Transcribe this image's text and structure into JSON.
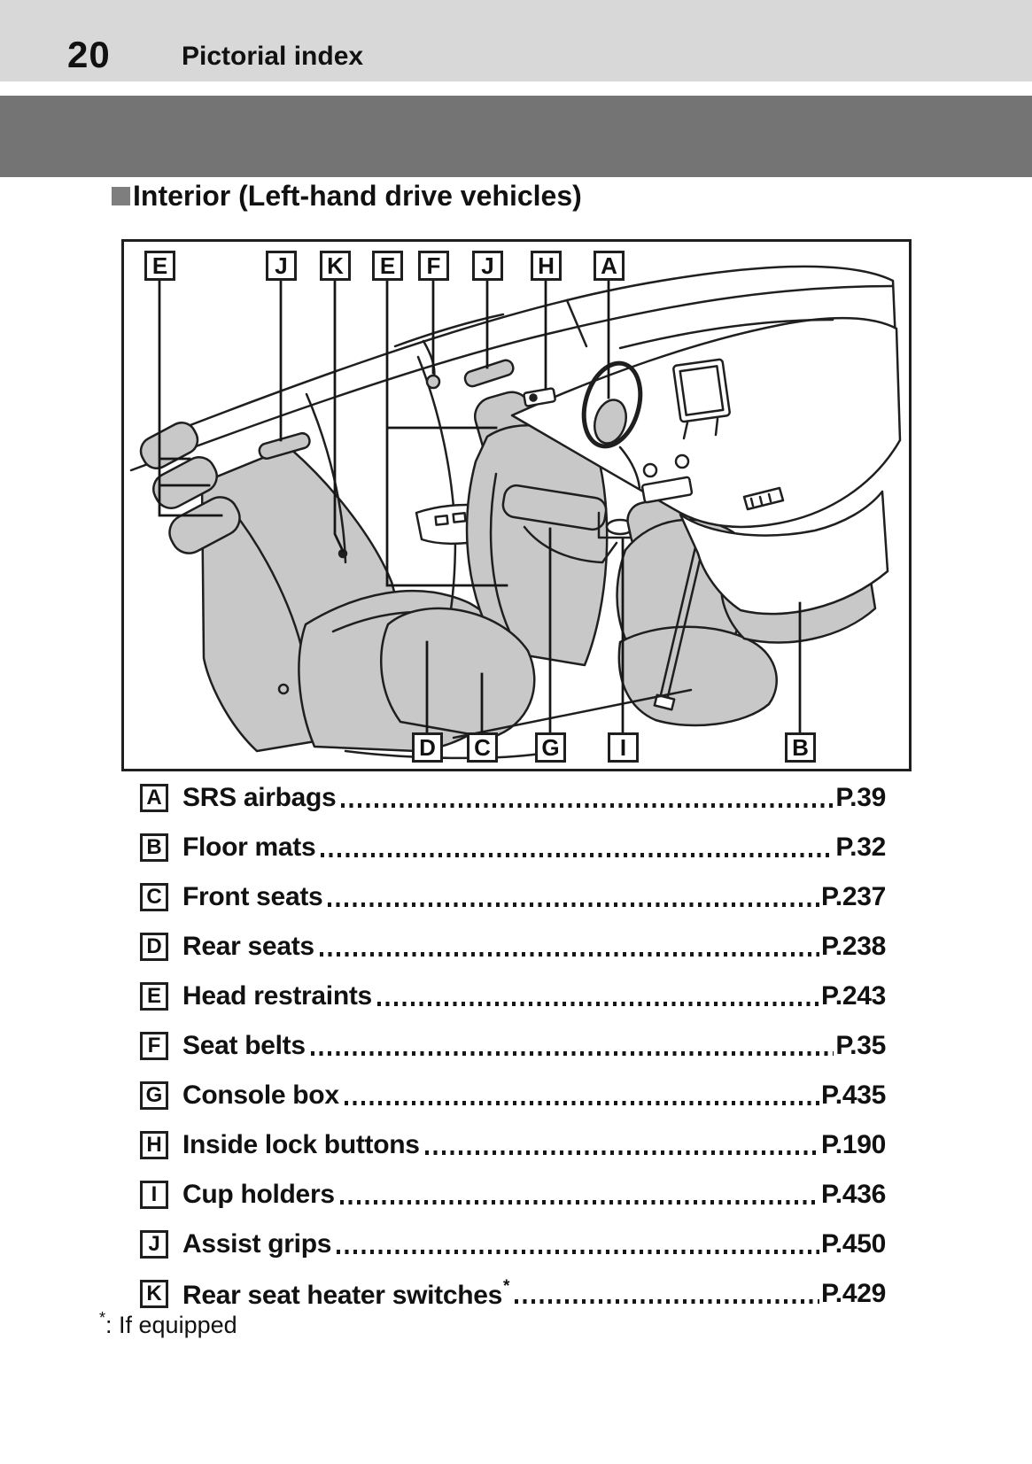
{
  "page": {
    "number": "20",
    "chapter": "Pictorial index"
  },
  "section": {
    "title": "Interior (Left-hand drive vehicles)"
  },
  "diagram": {
    "top_callouts": [
      {
        "letter": "E"
      },
      {
        "letter": "J"
      },
      {
        "letter": "K"
      },
      {
        "letter": "E"
      },
      {
        "letter": "F"
      },
      {
        "letter": "J"
      },
      {
        "letter": "H"
      },
      {
        "letter": "A"
      }
    ],
    "bottom_callouts": [
      {
        "letter": "D"
      },
      {
        "letter": "C"
      },
      {
        "letter": "G"
      },
      {
        "letter": "I"
      },
      {
        "letter": "B"
      }
    ]
  },
  "list": {
    "items": [
      {
        "letter": "A",
        "label": "SRS airbags",
        "page": "P.39"
      },
      {
        "letter": "B",
        "label": "Floor mats",
        "page": "P.32"
      },
      {
        "letter": "C",
        "label": "Front seats",
        "page": "P.237"
      },
      {
        "letter": "D",
        "label": "Rear seats",
        "page": "P.238"
      },
      {
        "letter": "E",
        "label": "Head restraints",
        "page": "P.243"
      },
      {
        "letter": "F",
        "label": "Seat belts",
        "page": "P.35"
      },
      {
        "letter": "G",
        "label": "Console box",
        "page": "P.435"
      },
      {
        "letter": "H",
        "label": "Inside lock buttons",
        "page": "P.190"
      },
      {
        "letter": "I",
        "label": "Cup holders",
        "page": "P.436"
      },
      {
        "letter": "J",
        "label": "Assist grips",
        "page": "P.450"
      },
      {
        "letter": "K",
        "label": "Rear seat heater switches",
        "page": "P.429",
        "superscript": "*"
      }
    ]
  },
  "footnote": {
    "symbol": "*",
    "text": ": If equipped"
  },
  "colors": {
    "band_light": "#d8d8d8",
    "band_dark": "#747474",
    "bullet_gray": "#7e7e7e",
    "seat_fill": "#c8c8c8",
    "outline": "#1f1f1f"
  }
}
